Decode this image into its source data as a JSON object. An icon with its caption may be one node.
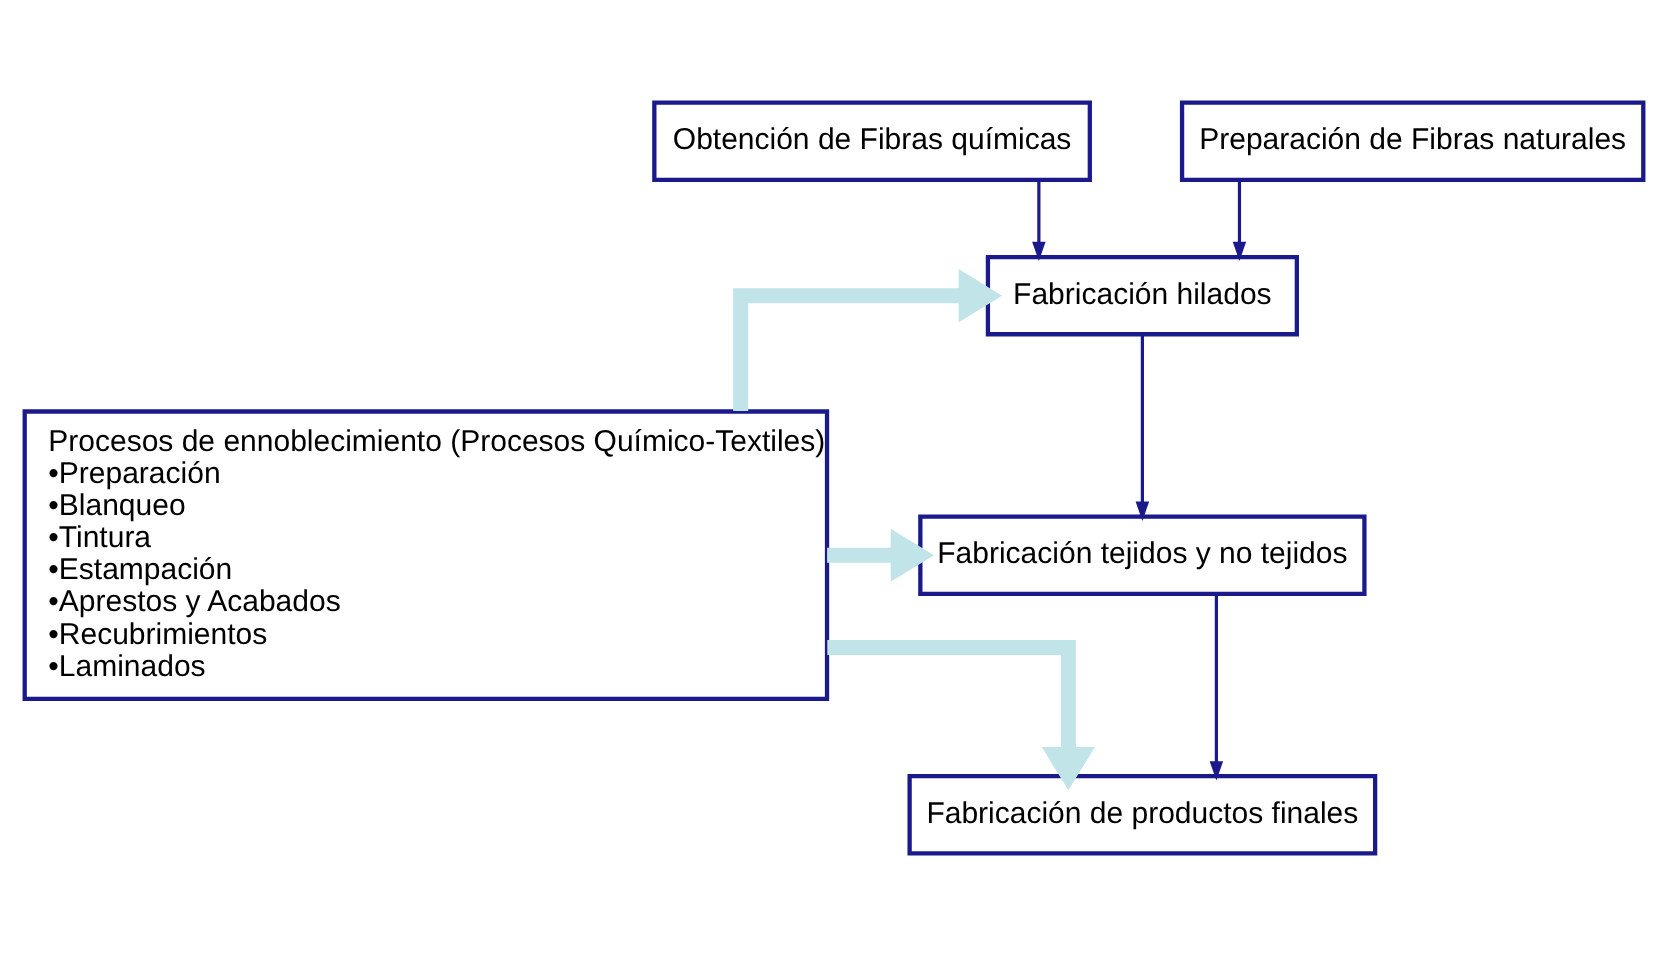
{
  "diagram": {
    "nodes": [
      {
        "text": [
          "Obtención de Fibras químicas"
        ]
      },
      {
        "text": [
          "Preparación de Fibras naturales"
        ]
      },
      {
        "text": [
          "Procesos de ennoblecimiento (Procesos Químico-Textiles)",
          "•Preparación",
          "•Blanqueo",
          "•Tintura",
          "•Estampación",
          "•Aprestos y Acabados",
          "•Recubrimientos",
          "•Laminados"
        ]
      },
      {
        "text": [
          "Fabricación hilados"
        ]
      },
      {
        "text": [
          "Fabricación tejidos y no tejidos"
        ]
      },
      {
        "text": [
          "Fabricación de productos finales"
        ]
      }
    ],
    "edges": [
      {
        "from": 0,
        "to": 3,
        "arrow": "to"
      },
      {
        "from": 1,
        "to": 3,
        "arrow": "to"
      },
      {
        "from": 3,
        "to": 4,
        "arrow": "to"
      },
      {
        "from": 4,
        "to": 5,
        "arrow": "to"
      },
      {
        "from": 2,
        "to": 3,
        "arrow": "to",
        "style": "thick",
        "color": "#c0e4e8"
      },
      {
        "from": 2,
        "to": 4,
        "arrow": "to",
        "style": "thick",
        "color": "#c0e4e8"
      },
      {
        "from": 2,
        "to": 5,
        "arrow": "to",
        "style": "thick",
        "color": "#c0e4e8"
      }
    ]
  }
}
